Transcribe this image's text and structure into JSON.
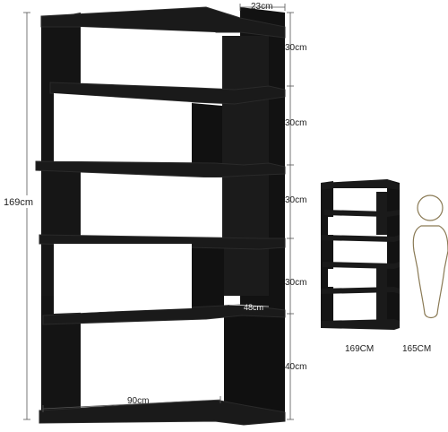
{
  "dimensions": {
    "total_height": "169cm",
    "depth": "23cm",
    "tiers": [
      "30cm",
      "30cm",
      "30cm",
      "30cm",
      "40cm"
    ],
    "inner_depth": "48cm",
    "width": "90cm"
  },
  "comparison": {
    "shelf_label": "169CM",
    "person_label": "165CM"
  },
  "colors": {
    "shelf": "#141414",
    "shelf_edge": "#2a2a2a",
    "person_outline": "#8a7a55"
  }
}
